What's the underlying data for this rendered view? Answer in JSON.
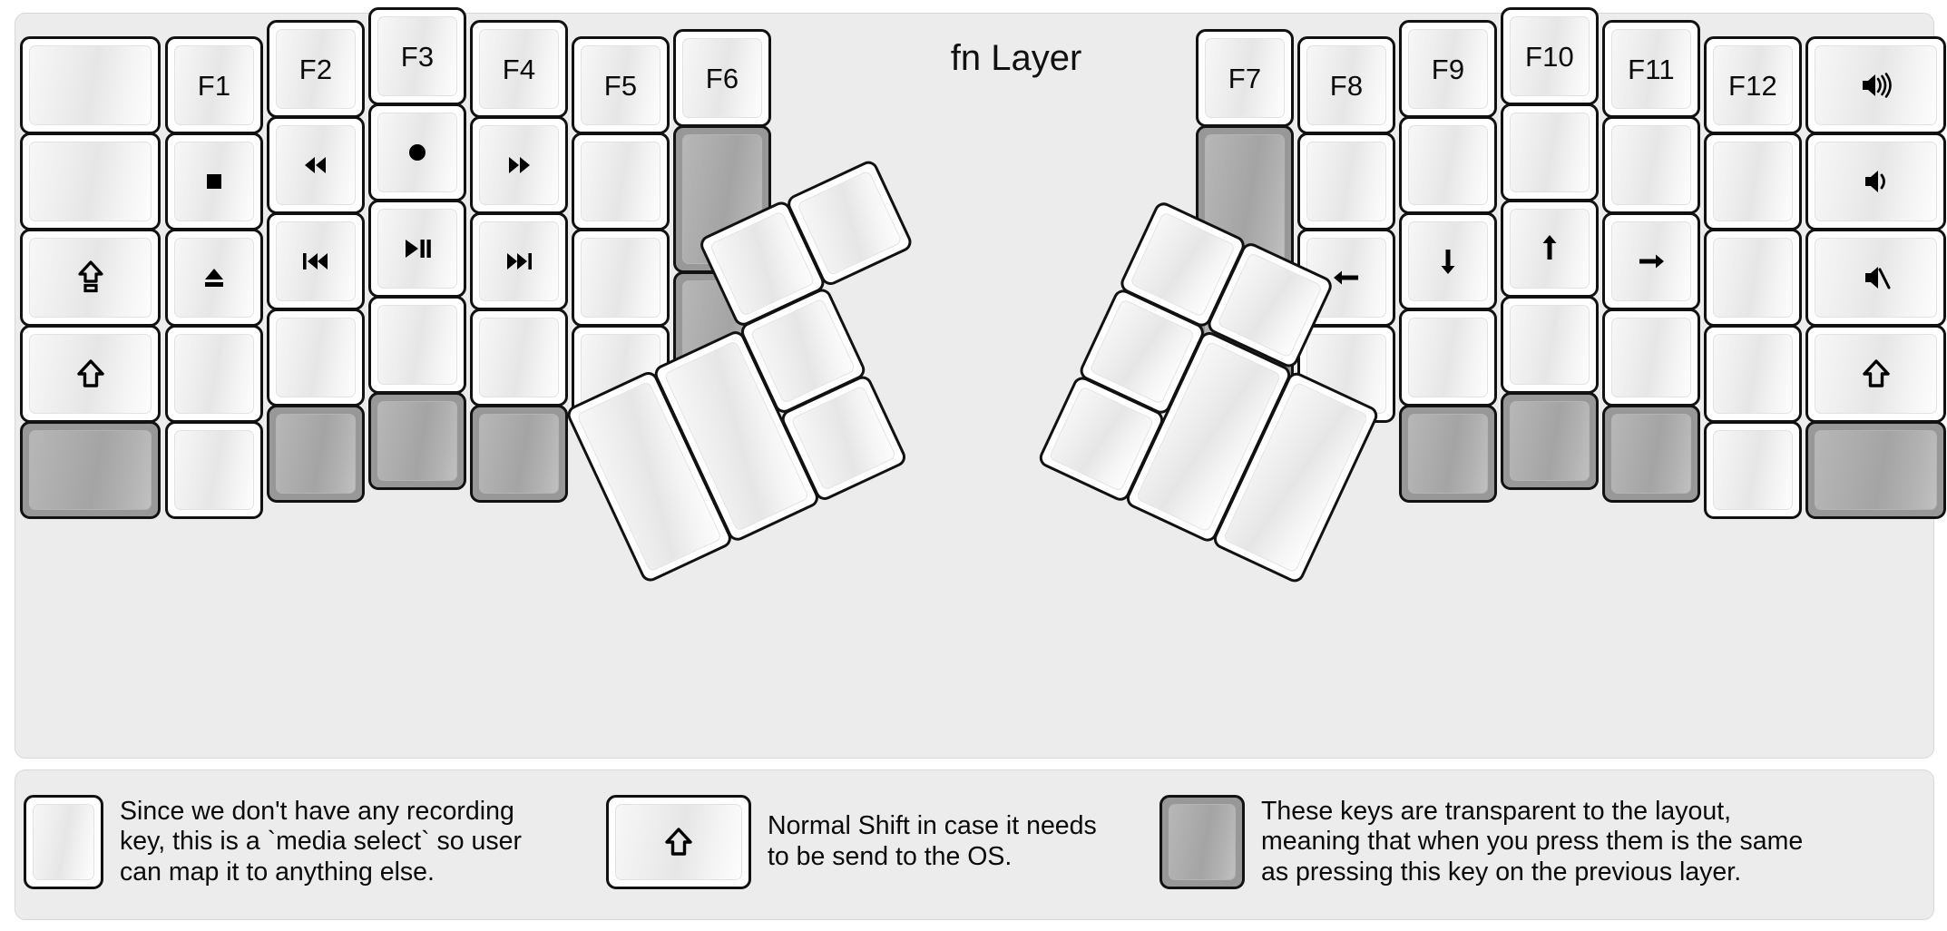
{
  "title": "fn Layer",
  "colors": {
    "background": "#ececec",
    "key_face": "#ffffff",
    "key_border": "#111111",
    "transparent_key": "#989898"
  },
  "legend": [
    {
      "key_icon": "record-dot-icon",
      "key_style": "normal",
      "text": "Since we don't have any recording\nkey, this is a `media select` so user\ncan map it to anything else."
    },
    {
      "key_icon": "shift-arrow-icon",
      "key_style": "normal",
      "text": "Normal Shift in case it needs\nto be send to the OS."
    },
    {
      "key_icon": "blank",
      "key_style": "transparent",
      "text": "These keys are transparent to the layout,\nmeaning that when you press them is the same\nas pressing this key on the previous layer."
    }
  ],
  "left_half": {
    "columns": [
      {
        "name": "col-outer",
        "keys": [
          {
            "label": "",
            "icon": "blank",
            "style": "normal"
          },
          {
            "label": "",
            "icon": "blank",
            "style": "normal"
          },
          {
            "label": "",
            "icon": "caps-lock-icon",
            "style": "normal"
          },
          {
            "label": "",
            "icon": "shift-arrow-icon",
            "style": "normal"
          },
          {
            "label": "",
            "icon": "blank",
            "style": "transparent"
          }
        ]
      },
      {
        "name": "col-f1",
        "keys": [
          {
            "label": "F1",
            "icon": "none",
            "style": "normal"
          },
          {
            "label": "",
            "icon": "media-stop-icon",
            "style": "normal"
          },
          {
            "label": "",
            "icon": "media-eject-icon",
            "style": "normal"
          },
          {
            "label": "",
            "icon": "blank",
            "style": "normal"
          },
          {
            "label": "",
            "icon": "blank",
            "style": "normal"
          }
        ]
      },
      {
        "name": "col-f2",
        "keys": [
          {
            "label": "F2",
            "icon": "none",
            "style": "normal"
          },
          {
            "label": "",
            "icon": "media-rewind-icon",
            "style": "normal"
          },
          {
            "label": "",
            "icon": "media-prev-track-icon",
            "style": "normal"
          },
          {
            "label": "",
            "icon": "blank",
            "style": "normal"
          },
          {
            "label": "",
            "icon": "blank",
            "style": "transparent"
          }
        ]
      },
      {
        "name": "col-f3",
        "keys": [
          {
            "label": "F3",
            "icon": "none",
            "style": "normal"
          },
          {
            "label": "",
            "icon": "media-record-icon",
            "style": "normal"
          },
          {
            "label": "",
            "icon": "media-play-pause-icon",
            "style": "normal"
          },
          {
            "label": "",
            "icon": "blank",
            "style": "normal"
          },
          {
            "label": "",
            "icon": "blank",
            "style": "transparent"
          }
        ]
      },
      {
        "name": "col-f4",
        "keys": [
          {
            "label": "F4",
            "icon": "none",
            "style": "normal"
          },
          {
            "label": "",
            "icon": "media-fast-forward-icon",
            "style": "normal"
          },
          {
            "label": "",
            "icon": "media-next-track-icon",
            "style": "normal"
          },
          {
            "label": "",
            "icon": "blank",
            "style": "normal"
          },
          {
            "label": "",
            "icon": "blank",
            "style": "transparent"
          }
        ]
      },
      {
        "name": "col-f5",
        "keys": [
          {
            "label": "F5",
            "icon": "none",
            "style": "normal"
          },
          {
            "label": "",
            "icon": "blank",
            "style": "normal"
          },
          {
            "label": "",
            "icon": "blank",
            "style": "normal"
          },
          {
            "label": "",
            "icon": "blank",
            "style": "normal"
          }
        ]
      },
      {
        "name": "col-f6",
        "keys": [
          {
            "label": "F6",
            "icon": "none",
            "style": "normal"
          },
          {
            "label": "",
            "icon": "blank",
            "style": "transparent",
            "tall": true
          },
          {
            "label": "",
            "icon": "blank",
            "style": "transparent",
            "tall": true
          }
        ]
      }
    ],
    "thumb_cluster": [
      {
        "name": "thumb-big-1",
        "icon": "blank",
        "style": "normal"
      },
      {
        "name": "thumb-big-2",
        "icon": "blank",
        "style": "normal"
      },
      {
        "name": "thumb-small-1",
        "icon": "blank",
        "style": "normal"
      },
      {
        "name": "thumb-small-2",
        "icon": "blank",
        "style": "normal"
      },
      {
        "name": "thumb-small-3",
        "icon": "blank",
        "style": "normal"
      },
      {
        "name": "thumb-small-4",
        "icon": "blank",
        "style": "normal"
      }
    ]
  },
  "right_half": {
    "columns": [
      {
        "name": "col-f7",
        "keys": [
          {
            "label": "F7",
            "icon": "none",
            "style": "normal"
          },
          {
            "label": "",
            "icon": "blank",
            "style": "transparent",
            "tall": true
          },
          {
            "label": "",
            "icon": "blank",
            "style": "transparent",
            "tall": true
          }
        ]
      },
      {
        "name": "col-f8",
        "keys": [
          {
            "label": "F8",
            "icon": "none",
            "style": "normal"
          },
          {
            "label": "",
            "icon": "blank",
            "style": "normal"
          },
          {
            "label": "",
            "icon": "arrow-left-icon",
            "style": "normal"
          },
          {
            "label": "",
            "icon": "blank",
            "style": "normal"
          }
        ]
      },
      {
        "name": "col-f9",
        "keys": [
          {
            "label": "F9",
            "icon": "none",
            "style": "normal"
          },
          {
            "label": "",
            "icon": "blank",
            "style": "normal"
          },
          {
            "label": "",
            "icon": "arrow-down-icon",
            "style": "normal"
          },
          {
            "label": "",
            "icon": "blank",
            "style": "normal"
          },
          {
            "label": "",
            "icon": "blank",
            "style": "transparent"
          }
        ]
      },
      {
        "name": "col-f10",
        "keys": [
          {
            "label": "F10",
            "icon": "none",
            "style": "normal"
          },
          {
            "label": "",
            "icon": "blank",
            "style": "normal"
          },
          {
            "label": "",
            "icon": "arrow-up-icon",
            "style": "normal"
          },
          {
            "label": "",
            "icon": "blank",
            "style": "normal"
          },
          {
            "label": "",
            "icon": "blank",
            "style": "transparent"
          }
        ]
      },
      {
        "name": "col-f11",
        "keys": [
          {
            "label": "F11",
            "icon": "none",
            "style": "normal"
          },
          {
            "label": "",
            "icon": "blank",
            "style": "normal"
          },
          {
            "label": "",
            "icon": "arrow-right-icon",
            "style": "normal"
          },
          {
            "label": "",
            "icon": "blank",
            "style": "normal"
          },
          {
            "label": "",
            "icon": "blank",
            "style": "transparent"
          }
        ]
      },
      {
        "name": "col-f12",
        "keys": [
          {
            "label": "F12",
            "icon": "none",
            "style": "normal"
          },
          {
            "label": "",
            "icon": "blank",
            "style": "normal"
          },
          {
            "label": "",
            "icon": "blank",
            "style": "normal"
          },
          {
            "label": "",
            "icon": "blank",
            "style": "normal"
          },
          {
            "label": "",
            "icon": "blank",
            "style": "normal"
          }
        ]
      },
      {
        "name": "col-outer",
        "keys": [
          {
            "label": "",
            "icon": "volume-up-icon",
            "style": "normal"
          },
          {
            "label": "",
            "icon": "volume-down-icon",
            "style": "normal"
          },
          {
            "label": "",
            "icon": "volume-mute-icon",
            "style": "normal"
          },
          {
            "label": "",
            "icon": "shift-arrow-icon",
            "style": "normal"
          },
          {
            "label": "",
            "icon": "blank",
            "style": "transparent"
          }
        ]
      }
    ],
    "thumb_cluster": [
      {
        "name": "thumb-small-1",
        "icon": "blank",
        "style": "normal"
      },
      {
        "name": "thumb-small-2",
        "icon": "blank",
        "style": "normal"
      },
      {
        "name": "thumb-small-3",
        "icon": "blank",
        "style": "normal"
      },
      {
        "name": "thumb-small-4",
        "icon": "blank",
        "style": "normal"
      },
      {
        "name": "thumb-big-1",
        "icon": "blank",
        "style": "normal"
      },
      {
        "name": "thumb-big-2",
        "icon": "blank",
        "style": "normal"
      }
    ]
  }
}
